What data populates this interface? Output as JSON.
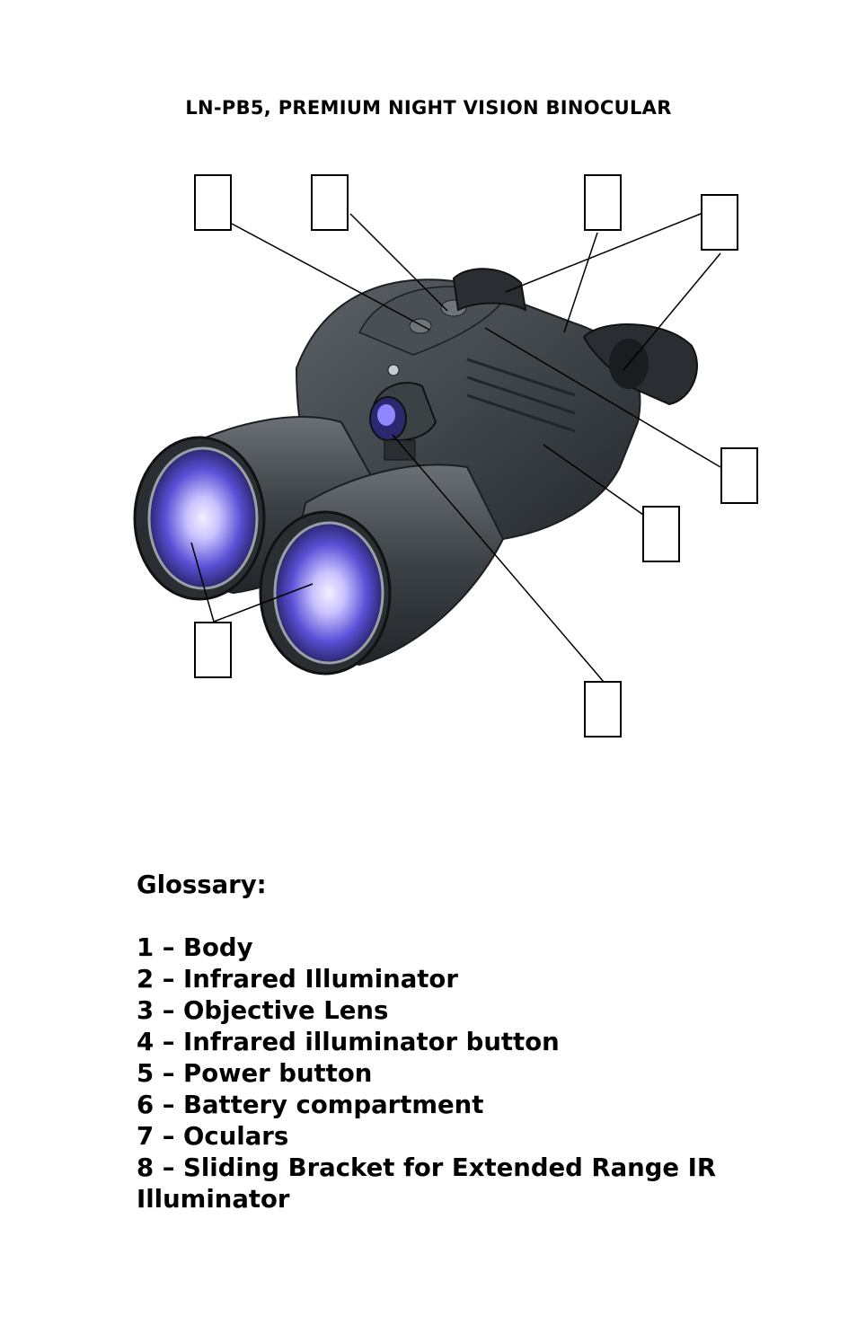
{
  "title": "LN-PB5, PREMIUM NIGHT VISION BINOCULAR",
  "glossary": {
    "heading": "Glossary:",
    "items": [
      "1 – Body",
      "2 – Infrared Illuminator",
      "3 – Objective Lens",
      "4 – Infrared illuminator button",
      "5 – Power button",
      "6 – Battery compartment",
      "7 – Oculars",
      "8 – Sliding Bracket for Extended Range IR Illuminator"
    ]
  },
  "image": {
    "subject": "night vision binocular photo",
    "colors": {
      "body": "#3a3f44",
      "body_highlight": "#5b6167",
      "lens": "#5a4fd6",
      "lens_glow": "#d9d4ff",
      "rubber": "#2a2e32"
    }
  }
}
